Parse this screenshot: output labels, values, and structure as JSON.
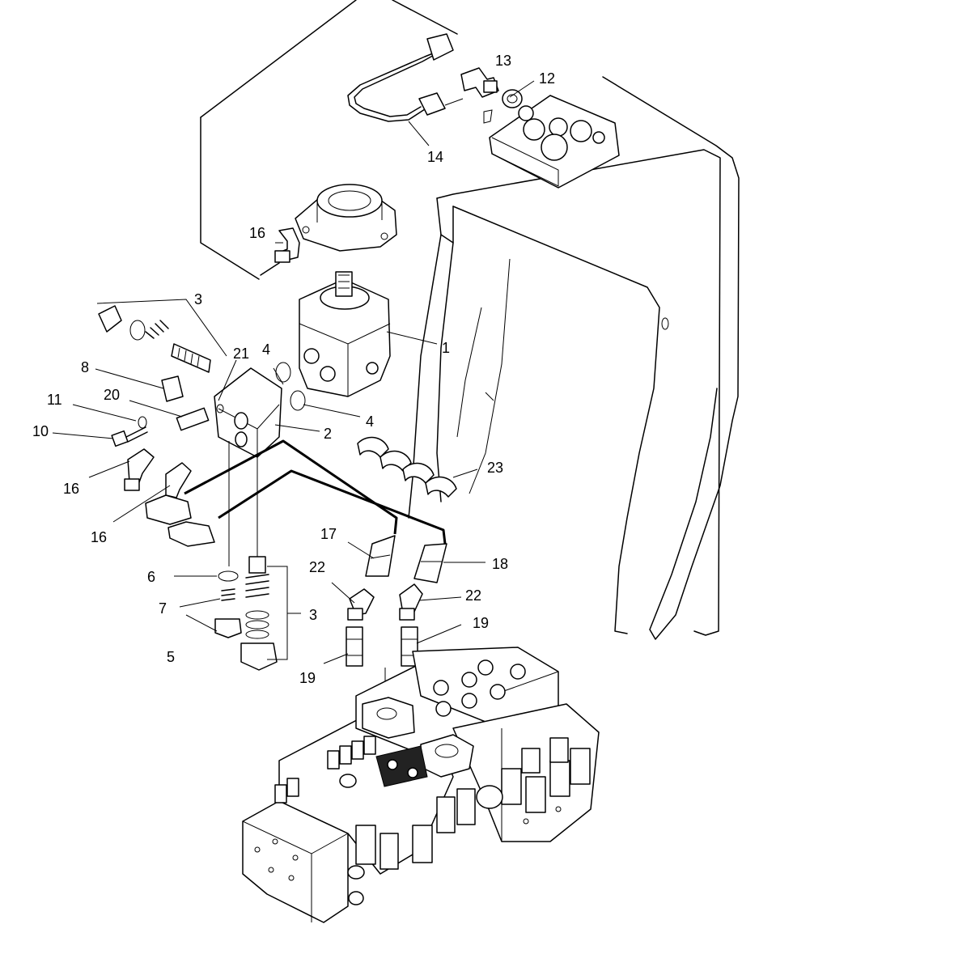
{
  "diagram": {
    "callouts": [
      {
        "id": "c1",
        "text": "1"
      },
      {
        "id": "c2",
        "text": "2"
      },
      {
        "id": "c3a",
        "text": "3"
      },
      {
        "id": "c3b",
        "text": "3"
      },
      {
        "id": "c4a",
        "text": "4"
      },
      {
        "id": "c4b",
        "text": "4"
      },
      {
        "id": "c5",
        "text": "5"
      },
      {
        "id": "c6",
        "text": "6"
      },
      {
        "id": "c7",
        "text": "7"
      },
      {
        "id": "c8",
        "text": "8"
      },
      {
        "id": "c10",
        "text": "10"
      },
      {
        "id": "c11",
        "text": "11"
      },
      {
        "id": "c12",
        "text": "12"
      },
      {
        "id": "c13",
        "text": "13"
      },
      {
        "id": "c14",
        "text": "14"
      },
      {
        "id": "c16a",
        "text": "16"
      },
      {
        "id": "c16b",
        "text": "16"
      },
      {
        "id": "c16c",
        "text": "16"
      },
      {
        "id": "c17",
        "text": "17"
      },
      {
        "id": "c18",
        "text": "18"
      },
      {
        "id": "c19a",
        "text": "19"
      },
      {
        "id": "c19b",
        "text": "19"
      },
      {
        "id": "c20",
        "text": "20"
      },
      {
        "id": "c21",
        "text": "21"
      },
      {
        "id": "c22a",
        "text": "22"
      },
      {
        "id": "c22b",
        "text": "22"
      },
      {
        "id": "c23",
        "text": "23"
      }
    ]
  }
}
